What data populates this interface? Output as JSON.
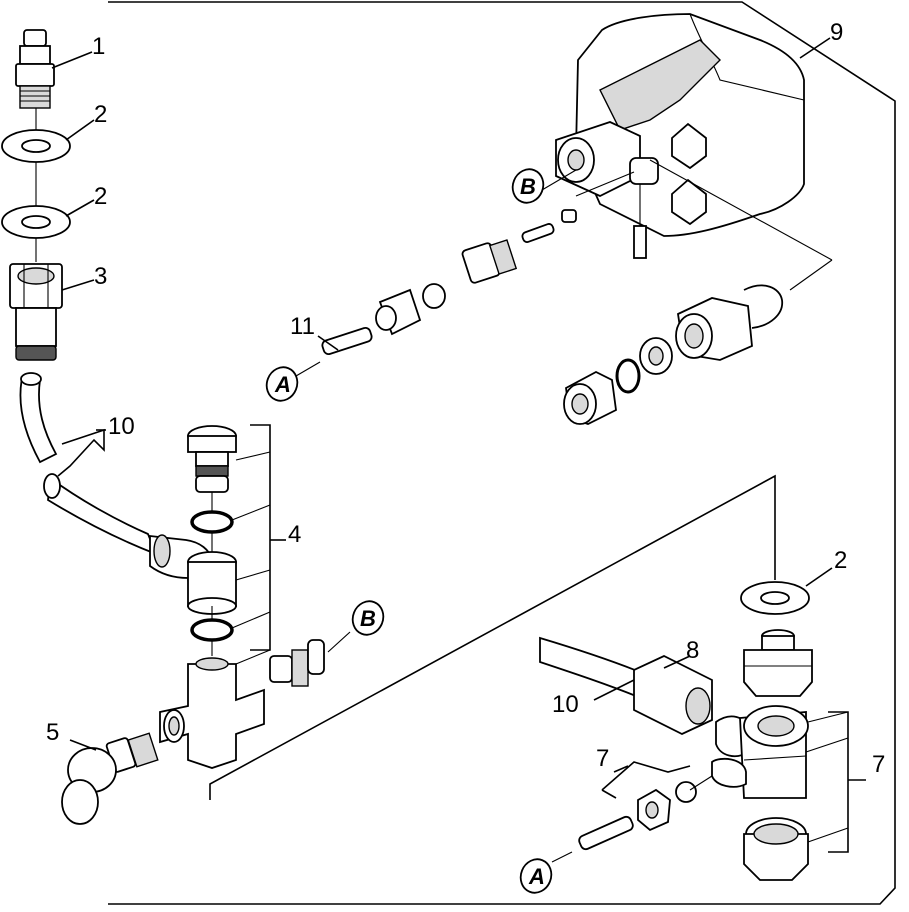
{
  "callouts": {
    "c1": "1",
    "c2a": "2",
    "c2b": "2",
    "c2c": "2",
    "c3": "3",
    "c4": "4",
    "c5": "5",
    "c7a": "7",
    "c7b": "7",
    "c8": "8",
    "c9": "9",
    "c10a": "10",
    "c10b": "10",
    "c11": "11"
  },
  "refs": {
    "a1": "A",
    "a2": "A",
    "b1": "B",
    "b2": "B"
  }
}
